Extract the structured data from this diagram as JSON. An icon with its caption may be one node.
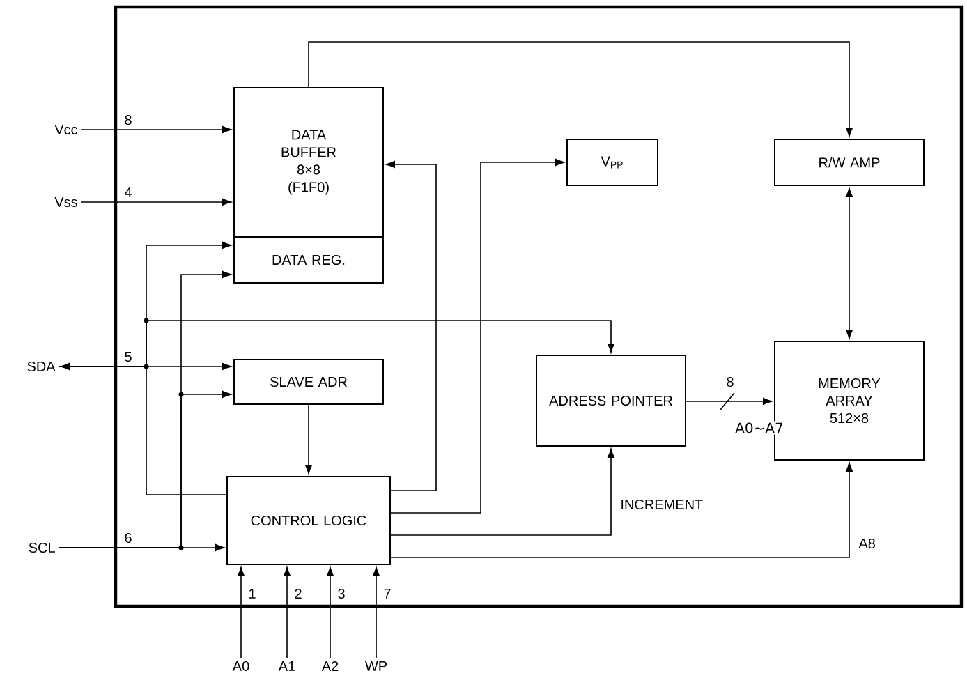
{
  "diagram": {
    "nodes": [
      {
        "text": [],
        "shape": "box"
      },
      {
        "text": [
          "DATA BUFFER 8×8 (F1F0)"
        ],
        "in": 0
      },
      {
        "text": [
          "DATA REG."
        ],
        "in": 0
      },
      {
        "text": [
          "V$_{PP}$"
        ],
        "in": 0
      },
      {
        "text": [
          "R/W AMP"
        ],
        "in": 0
      },
      {
        "text": [
          "SLAVE ADR"
        ],
        "in": 0
      },
      {
        "text": [
          "ADRESS POINTER"
        ],
        "in": 0
      },
      {
        "text": [
          "MEMORY ARRAY 512×8"
        ],
        "in": 0
      },
      {
        "text": [
          "CONTROL LOGIC"
        ],
        "in": 0
      },
      {
        "text": [
          "Vcc"
        ]
      },
      {
        "text": [
          "Vss"
        ]
      },
      {
        "text": [
          "SDA"
        ]
      },
      {
        "text": [
          "SCL"
        ]
      },
      {
        "text": [
          "A0"
        ]
      },
      {
        "text": [
          "A1"
        ]
      },
      {
        "text": [
          "A2"
        ]
      },
      {
        "text": [
          "WP"
        ]
      }
    ],
    "edges": [
      {
        "from": 9,
        "to": 1,
        "arrow": "to",
        "label": "8"
      },
      {
        "from": 10,
        "to": 1,
        "arrow": "to",
        "label": "4"
      },
      {
        "from": 11,
        "to": 5,
        "arrow": "both",
        "label": "5"
      },
      {
        "from": 11,
        "to": 2,
        "arrow": "to"
      },
      {
        "from": 11,
        "to": 6,
        "arrow": "to"
      },
      {
        "from": 11,
        "to": 8,
        "arrow": "none"
      },
      {
        "from": 12,
        "to": 8,
        "arrow": "to",
        "label": "6"
      },
      {
        "from": 12,
        "to": 2,
        "arrow": "to"
      },
      {
        "from": 12,
        "to": 5,
        "arrow": "to"
      },
      {
        "from": 5,
        "to": 8,
        "arrow": "to"
      },
      {
        "from": 8,
        "to": 1,
        "arrow": "to"
      },
      {
        "from": 8,
        "to": 3,
        "arrow": "to"
      },
      {
        "from": 8,
        "to": 6,
        "arrow": "to",
        "label": "INCREMENT"
      },
      {
        "from": 8,
        "to": 7,
        "arrow": "to",
        "label": "A8"
      },
      {
        "from": 1,
        "to": 4,
        "arrow": "to"
      },
      {
        "from": 4,
        "to": 7,
        "arrow": "both"
      },
      {
        "from": 6,
        "to": 7,
        "arrow": "to",
        "label": "8"
      },
      {
        "from": 13,
        "to": 8,
        "arrow": "to",
        "label": "1"
      },
      {
        "from": 14,
        "to": 8,
        "arrow": "to",
        "label": "2"
      },
      {
        "from": 15,
        "to": 8,
        "arrow": "to",
        "label": "3"
      },
      {
        "from": 16,
        "to": 8,
        "arrow": "to",
        "label": "7"
      }
    ],
    "labels": [
      "A0∼A7"
    ]
  }
}
